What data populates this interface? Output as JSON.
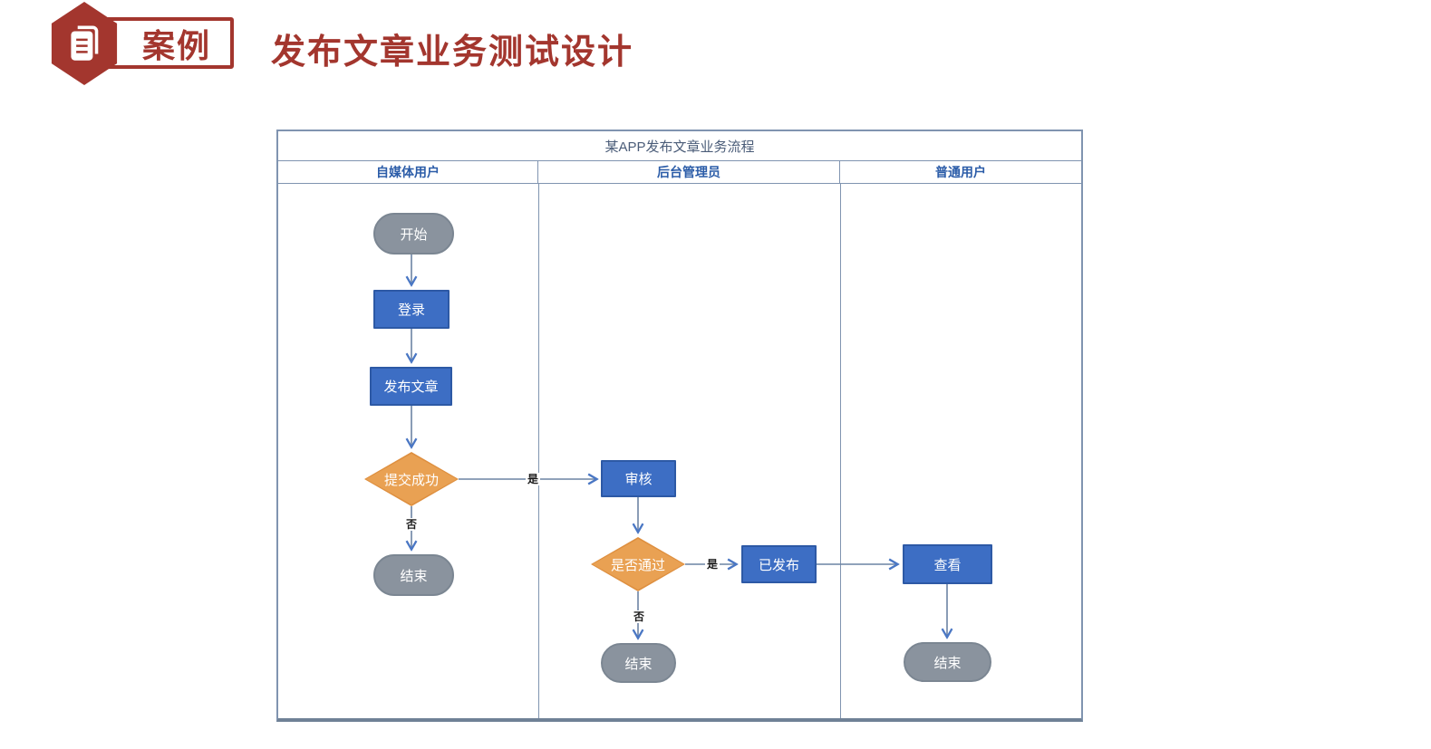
{
  "header": {
    "badge_label": "案例",
    "page_title": "发布文章业务测试设计"
  },
  "diagram": {
    "title": "某APP发布文章业务流程",
    "lanes": [
      {
        "label": "自媒体用户"
      },
      {
        "label": "后台管理员"
      },
      {
        "label": "普通用户"
      }
    ],
    "nodes": {
      "start": {
        "label": "开始",
        "type": "terminator",
        "lane": "自媒体用户"
      },
      "login": {
        "label": "登录",
        "type": "process",
        "lane": "自媒体用户"
      },
      "publish": {
        "label": "发布文章",
        "type": "process",
        "lane": "自媒体用户"
      },
      "submit_success": {
        "label": "提交成功",
        "type": "decision",
        "lane": "自媒体用户"
      },
      "end_self_media": {
        "label": "结束",
        "type": "terminator",
        "lane": "自媒体用户"
      },
      "review": {
        "label": "审核",
        "type": "process",
        "lane": "后台管理员"
      },
      "pass_check": {
        "label": "是否通过",
        "type": "decision",
        "lane": "后台管理员"
      },
      "published": {
        "label": "已发布",
        "type": "process",
        "lane": "后台管理员"
      },
      "end_admin": {
        "label": "结束",
        "type": "terminator",
        "lane": "后台管理员"
      },
      "view": {
        "label": "查看",
        "type": "process",
        "lane": "普通用户"
      },
      "end_user": {
        "label": "结束",
        "type": "terminator",
        "lane": "普通用户"
      }
    },
    "edges": [
      {
        "from": "start",
        "to": "login",
        "label": ""
      },
      {
        "from": "login",
        "to": "publish",
        "label": ""
      },
      {
        "from": "publish",
        "to": "submit_success",
        "label": ""
      },
      {
        "from": "submit_success",
        "to": "review",
        "label": "是"
      },
      {
        "from": "submit_success",
        "to": "end_self_media",
        "label": "否"
      },
      {
        "from": "review",
        "to": "pass_check",
        "label": ""
      },
      {
        "from": "pass_check",
        "to": "published",
        "label": "是"
      },
      {
        "from": "pass_check",
        "to": "end_admin",
        "label": "否"
      },
      {
        "from": "published",
        "to": "view",
        "label": ""
      },
      {
        "from": "view",
        "to": "end_user",
        "label": ""
      }
    ],
    "colors": {
      "accent_red": "#A3362E",
      "process_fill": "#3D6EC4",
      "process_border": "#2D59A5",
      "decision_fill": "#E9A153",
      "decision_border": "#DE8F3F",
      "terminator_fill": "#8A939E",
      "terminator_border": "#7B8692",
      "frame_border": "#8094B0",
      "edge_line": "#6C84A4",
      "arrowhead": "#4A77C4",
      "lane_header_text": "#2B5CA8",
      "diagram_title_text": "#4A5C78"
    }
  }
}
